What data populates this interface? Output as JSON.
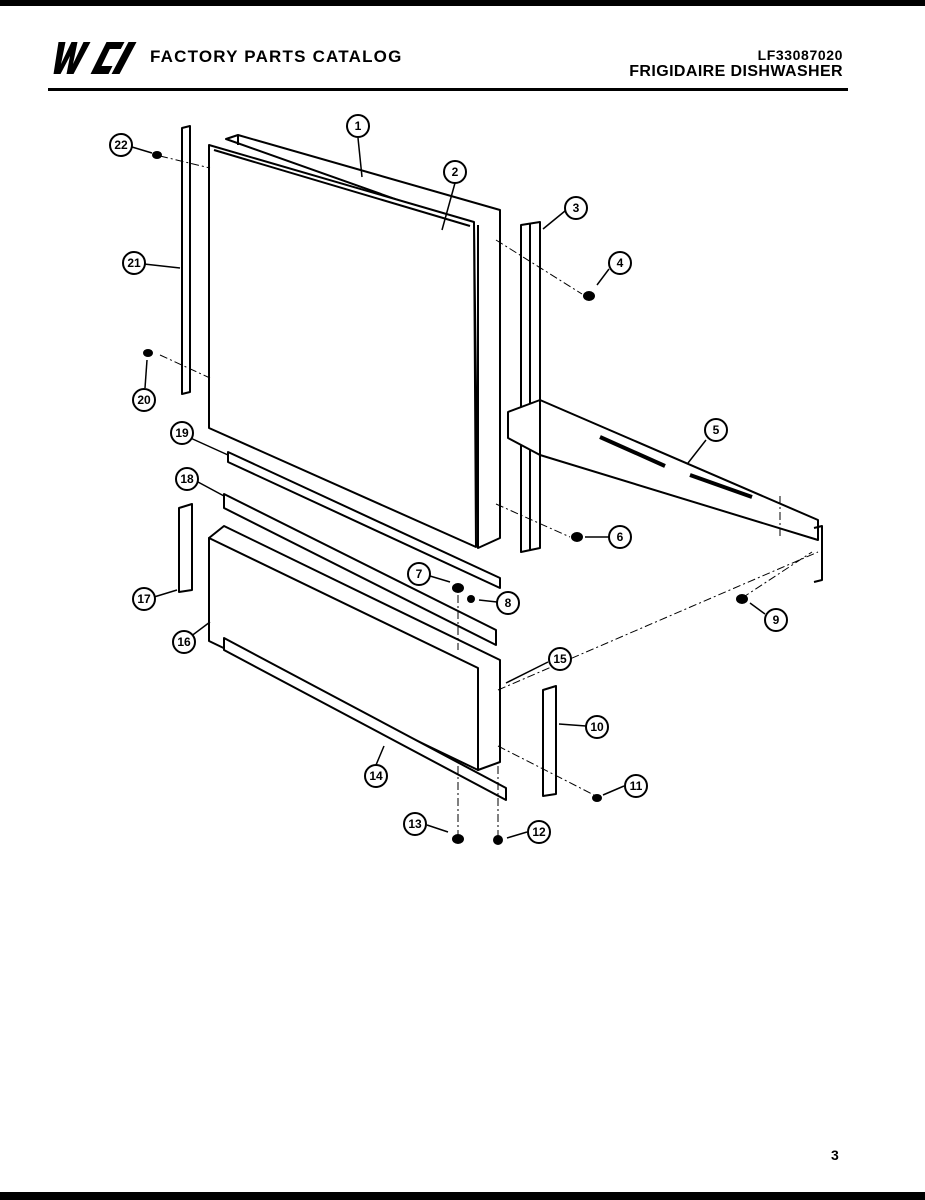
{
  "header": {
    "brand": "WCI",
    "catalog_title": "FACTORY PARTS CATALOG",
    "model_number": "LF33087020",
    "product": "FRIGIDAIRE DISHWASHER"
  },
  "diagram": {
    "callouts": [
      "1",
      "2",
      "3",
      "4",
      "5",
      "6",
      "7",
      "8",
      "9",
      "10",
      "11",
      "12",
      "13",
      "14",
      "15",
      "16",
      "17",
      "18",
      "19",
      "20",
      "21",
      "22"
    ]
  },
  "footer": {
    "page_number": "3"
  }
}
